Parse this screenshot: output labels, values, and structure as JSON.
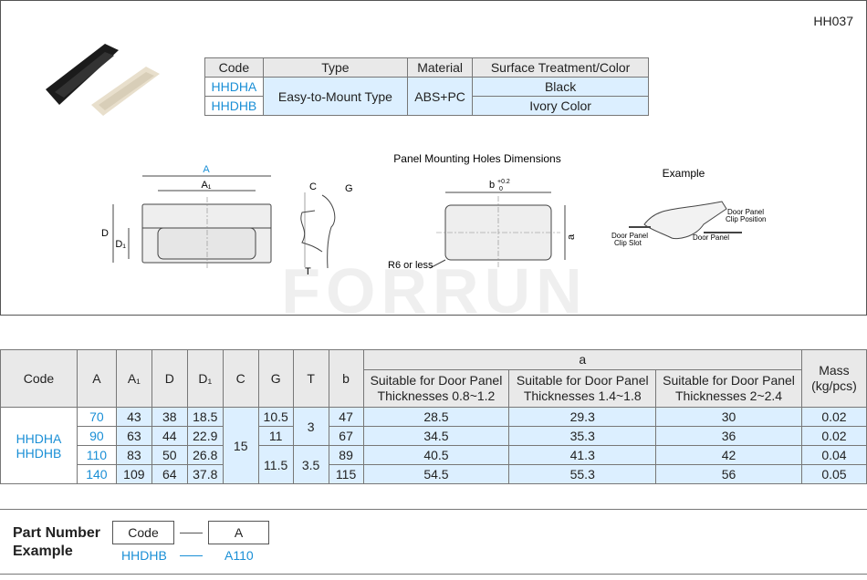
{
  "page_code": "HH037",
  "product_table": {
    "headers": [
      "Code",
      "Type",
      "Material",
      "Surface Treatment/Color"
    ],
    "rows": [
      {
        "code": "HHDHA",
        "color": "Black"
      },
      {
        "code": "HHDHB",
        "color": "Ivory Color"
      }
    ],
    "type": "Easy-to-Mount Type",
    "material": "ABS+PC"
  },
  "drawings": {
    "A": "A",
    "A1": "A₁",
    "D": "D",
    "D1": "D₁",
    "C": "C",
    "G": "G",
    "T": "T",
    "holes_title": "Panel Mounting Holes Dimensions",
    "b_tol": "b",
    "tol_plus": "+0.2",
    "tol_zero": "0",
    "a_tol": "a",
    "radius_note": "R6 or less",
    "example_title": "Example",
    "clip_position": [
      "Door Panel",
      "Clip Position"
    ],
    "clip_slot": [
      "Door Panel",
      "Clip Slot"
    ],
    "door_panel": "Door Panel"
  },
  "watermark": "FORRUN",
  "spec_table": {
    "headers": {
      "code": "Code",
      "A": "A",
      "A1": "A₁",
      "D": "D",
      "D1": "D₁",
      "C": "C",
      "G": "G",
      "T": "T",
      "b": "b",
      "a": "a",
      "a_cols": [
        "Suitable for Door Panel Thicknesses 0.8~1.2",
        "Suitable for Door Panel Thicknesses 1.4~1.8",
        "Suitable for Door Panel Thicknesses 2~2.4"
      ],
      "mass": "Mass (kg/pcs)"
    },
    "codes": [
      "HHDHA",
      "HHDHB"
    ],
    "C": "15",
    "G": [
      "10.5",
      "11",
      "11.5"
    ],
    "T": [
      "3",
      "3.5"
    ],
    "rows": [
      {
        "A": "70",
        "A1": "43",
        "D": "38",
        "D1": "18.5",
        "b": "47",
        "a1": "28.5",
        "a2": "29.3",
        "a3": "30",
        "mass": "0.02"
      },
      {
        "A": "90",
        "A1": "63",
        "D": "44",
        "D1": "22.9",
        "b": "67",
        "a1": "34.5",
        "a2": "35.3",
        "a3": "36",
        "mass": "0.02"
      },
      {
        "A": "110",
        "A1": "83",
        "D": "50",
        "D1": "26.8",
        "b": "89",
        "a1": "40.5",
        "a2": "41.3",
        "a3": "42",
        "mass": "0.04"
      },
      {
        "A": "140",
        "A1": "109",
        "D": "64",
        "D1": "37.8",
        "b": "115",
        "a1": "54.5",
        "a2": "55.3",
        "a3": "56",
        "mass": "0.05"
      }
    ]
  },
  "part_number": {
    "label_1": "Part Number",
    "label_2": "Example",
    "box1": "Code",
    "box2": "A",
    "ex1": "HHDHB",
    "ex2": "A110"
  },
  "colors": {
    "accent": "#1a8fd6",
    "cell_blue": "#dcefff",
    "header_gray": "#e9e9e9"
  }
}
